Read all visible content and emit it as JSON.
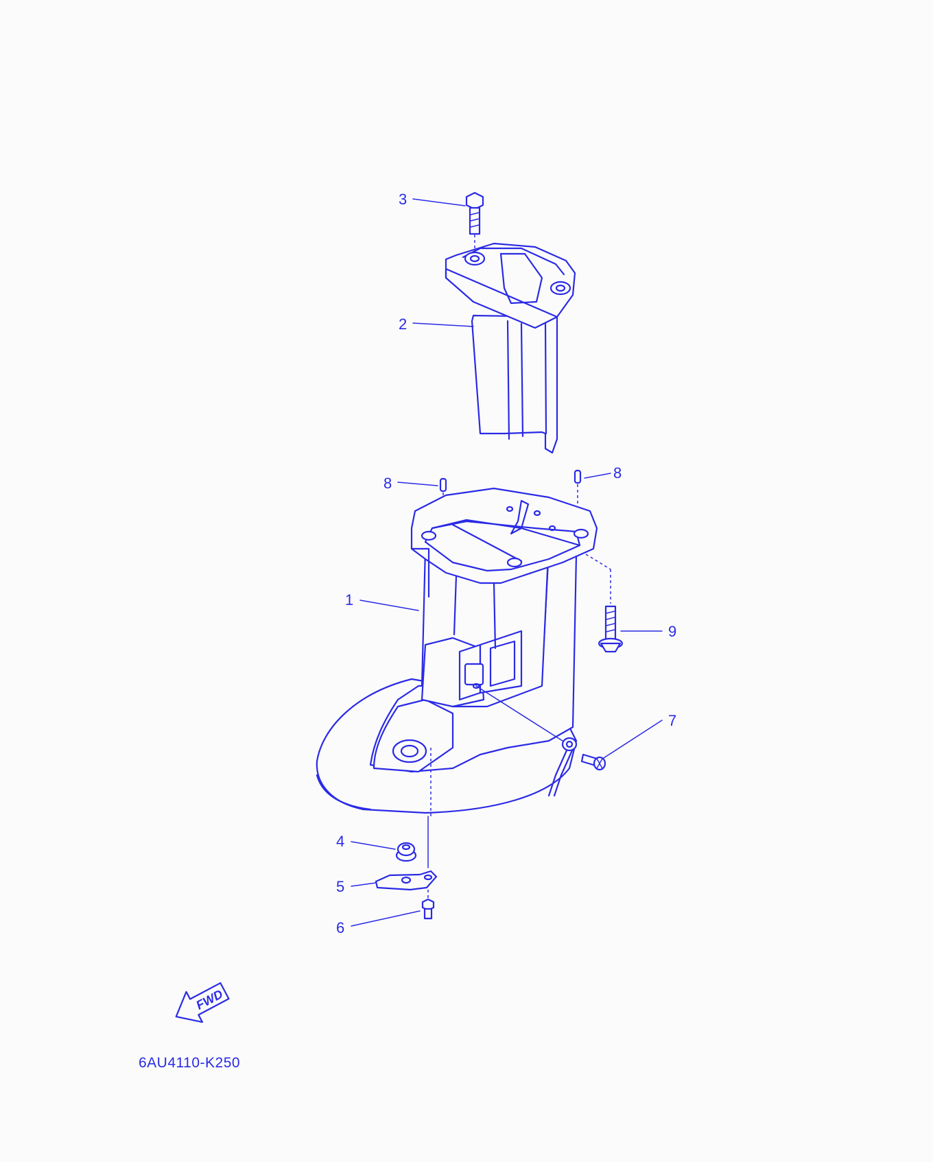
{
  "callouts": [
    {
      "id": "c1",
      "label": "1"
    },
    {
      "id": "c2",
      "label": "2"
    },
    {
      "id": "c3",
      "label": "3"
    },
    {
      "id": "c4",
      "label": "4"
    },
    {
      "id": "c5",
      "label": "5"
    },
    {
      "id": "c6",
      "label": "6"
    },
    {
      "id": "c7",
      "label": "7"
    },
    {
      "id": "c8a",
      "label": "8"
    },
    {
      "id": "c8b",
      "label": "8"
    },
    {
      "id": "c9",
      "label": "9"
    }
  ],
  "fwd_arrow": {
    "text": "FWD"
  },
  "diagram_code": "6AU4110-K250",
  "colors": {
    "ink": "#2a2ae6",
    "background": "#fbfbfb"
  }
}
